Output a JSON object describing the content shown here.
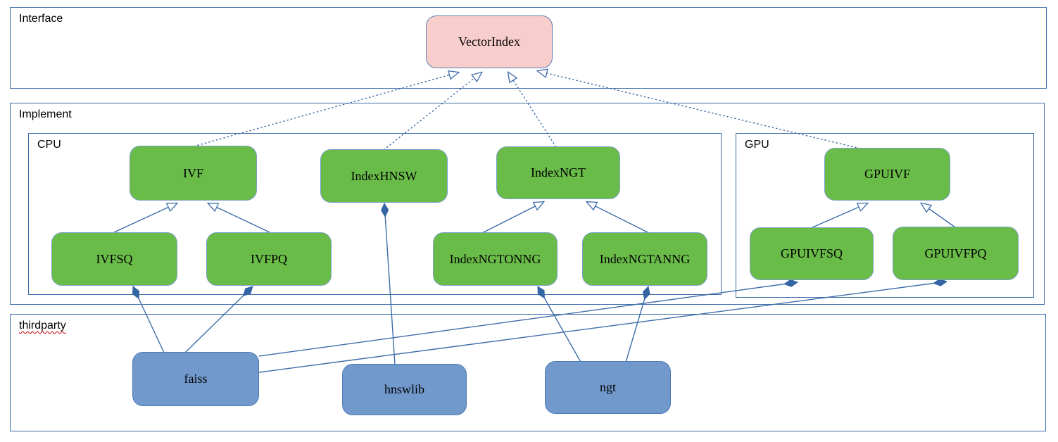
{
  "containers": {
    "interface": {
      "label": "Interface"
    },
    "implement": {
      "label": "Implement"
    },
    "cpu": {
      "label": "CPU"
    },
    "gpu": {
      "label": "GPU"
    },
    "thirdparty": {
      "label": "thirdparty"
    }
  },
  "nodes": {
    "vectorindex": {
      "label": "VectorIndex",
      "kind": "interface"
    },
    "ivf": {
      "label": "IVF",
      "kind": "class"
    },
    "indexhnsw": {
      "label": "IndexHNSW",
      "kind": "class"
    },
    "indexngt": {
      "label": "IndexNGT",
      "kind": "class"
    },
    "ivfsq": {
      "label": "IVFSQ",
      "kind": "class"
    },
    "ivfpq": {
      "label": "IVFPQ",
      "kind": "class"
    },
    "indexngtonng": {
      "label": "IndexNGTONNG",
      "kind": "class"
    },
    "indexngtanng": {
      "label": "IndexNGTANNG",
      "kind": "class"
    },
    "gpuivf": {
      "label": "GPUIVF",
      "kind": "class"
    },
    "gpuivfsq": {
      "label": "GPUIVFSQ",
      "kind": "class"
    },
    "gpuivfpq": {
      "label": "GPUIVFPQ",
      "kind": "class"
    },
    "faiss": {
      "label": "faiss",
      "kind": "thirdparty-lib"
    },
    "hnswlib": {
      "label": "hnswlib",
      "kind": "thirdparty-lib"
    },
    "ngt": {
      "label": "ngt",
      "kind": "thirdparty-lib"
    }
  },
  "colors": {
    "interface_fill": "#f8cecc",
    "interface_border": "#5e7db2",
    "class_fill": "#6abc49",
    "class_border": "#7f9fc6",
    "lib_fill": "#7199cc",
    "lib_border": "#4d7ab5",
    "container_border": "#3d6ca8",
    "edge": "#3d6ca8",
    "diamond_fill": "#3465a4",
    "spellcheck_underline": "#cc0000"
  },
  "edges": [
    {
      "from": "ivf",
      "to": "vectorindex",
      "type": "realization",
      "points": [
        [
          275,
          208
        ],
        [
          651,
          103
        ]
      ]
    },
    {
      "from": "indexhnsw",
      "to": "vectorindex",
      "type": "realization",
      "points": [
        [
          545,
          213
        ],
        [
          684,
          103
        ]
      ]
    },
    {
      "from": "indexngt",
      "to": "vectorindex",
      "type": "realization",
      "points": [
        [
          790,
          209
        ],
        [
          722,
          103
        ]
      ]
    },
    {
      "from": "gpuivf",
      "to": "vectorindex",
      "type": "realization",
      "points": [
        [
          1222,
          211
        ],
        [
          764,
          101
        ]
      ]
    },
    {
      "from": "ivfsq",
      "to": "ivf",
      "type": "generalization",
      "points": [
        [
          162,
          330
        ],
        [
          251,
          289
        ]
      ]
    },
    {
      "from": "ivfpq",
      "to": "ivf",
      "type": "generalization",
      "points": [
        [
          383,
          330
        ],
        [
          296,
          289
        ]
      ]
    },
    {
      "from": "indexngtonng",
      "to": "indexngt",
      "type": "generalization",
      "points": [
        [
          685,
          331
        ],
        [
          772,
          287
        ]
      ]
    },
    {
      "from": "indexngtanng",
      "to": "indexngt",
      "type": "generalization",
      "points": [
        [
          922,
          331
        ],
        [
          834,
          287
        ]
      ]
    },
    {
      "from": "gpuivfsq",
      "to": "gpuivf",
      "type": "generalization",
      "points": [
        [
          1152,
          324
        ],
        [
          1232,
          289
        ]
      ]
    },
    {
      "from": "gpuivfpq",
      "to": "gpuivf",
      "type": "generalization",
      "points": [
        [
          1357,
          323
        ],
        [
          1309,
          289
        ]
      ]
    },
    {
      "from": "faiss",
      "to": "ivfsq",
      "type": "composition",
      "points": [
        [
          233,
          501
        ],
        [
          189,
          407
        ]
      ]
    },
    {
      "from": "faiss",
      "to": "ivfpq",
      "type": "composition",
      "points": [
        [
          263,
          501
        ],
        [
          359,
          407
        ]
      ]
    },
    {
      "from": "hnswlib",
      "to": "indexhnsw",
      "type": "composition",
      "points": [
        [
          561,
          518
        ],
        [
          546,
          289
        ]
      ]
    },
    {
      "from": "ngt",
      "to": "indexngtonng",
      "type": "composition",
      "points": [
        [
          826,
          516
        ],
        [
          764,
          407
        ]
      ]
    },
    {
      "from": "ngt",
      "to": "indexngtanng",
      "type": "composition",
      "points": [
        [
          888,
          518
        ],
        [
          921,
          407
        ]
      ]
    },
    {
      "from": "faiss",
      "to": "gpuivfsq",
      "type": "composition",
      "points": [
        [
          368,
          506
        ],
        [
          1133,
          401
        ]
      ]
    },
    {
      "from": "faiss",
      "to": "gpuivfpq",
      "type": "composition",
      "points": [
        [
          368,
          529
        ],
        [
          1345,
          400
        ]
      ]
    }
  ]
}
